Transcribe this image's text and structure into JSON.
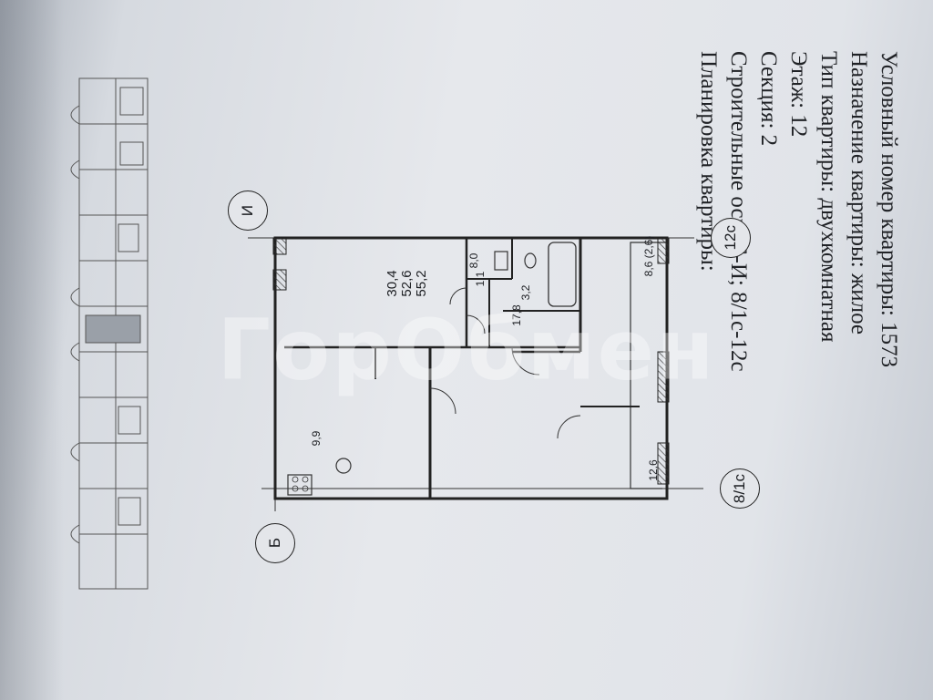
{
  "info": {
    "line1": "Условный номер квартиры: 1573",
    "line2": "Назначение квартиры: жилое",
    "line3": "Тип квартиры: двухкомнатная",
    "line4": "Этаж: 12",
    "line5": "Секция: 2",
    "line6": "Строительные оси: Б-И; 8/1с-12с",
    "line7": "Планировка квартиры:"
  },
  "axes": {
    "b": "Б",
    "i": "И",
    "a81c": "8/1с",
    "a12c": "12с"
  },
  "rooms": {
    "kitchen": "9,9",
    "room_small": "12,6",
    "room_large": "17,8",
    "bath": "3,2",
    "wc": "1,1",
    "hall": "8,0",
    "balcony": "8,6 (2,6)"
  },
  "totals": {
    "living": "30,4",
    "total": "52,6",
    "total_with_balcony": "55,2"
  },
  "watermark": "ГорОбмен"
}
